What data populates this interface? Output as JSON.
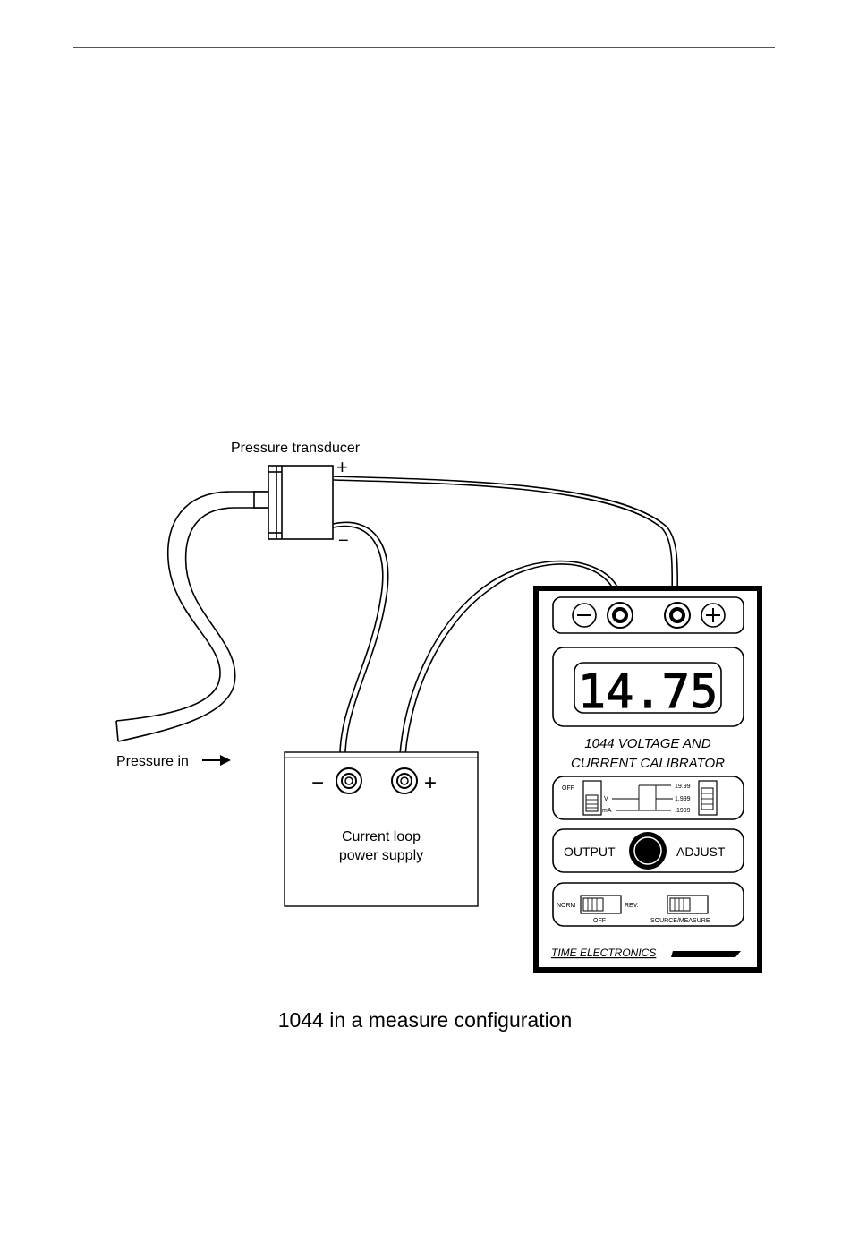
{
  "caption": "1044 in a measure configuration",
  "transducer": {
    "label": "Pressure transducer",
    "plus": "+",
    "minus": "−"
  },
  "pressure_in": {
    "label": "Pressure in",
    "arrow": "→"
  },
  "power_supply": {
    "line1": "Current loop",
    "line2": "power supply",
    "minus": "−",
    "plus": "+"
  },
  "calibrator": {
    "display_value": "14.75",
    "title_line1": "1044 VOLTAGE AND",
    "title_line2": "CURRENT CALIBRATOR",
    "terminal_minus": "−",
    "terminal_plus": "+",
    "switch_off": "OFF",
    "switch_v": "V",
    "switch_ma": "mA",
    "range_1": "19.99",
    "range_2": "1.999",
    "range_3": ".1999",
    "output_label": "OUTPUT",
    "adjust_label": "ADJUST",
    "norm_label": "NORM",
    "rev_label": "REV.",
    "off_label": "OFF",
    "source_measure_label": "SOURCE/MEASURE",
    "brand": "TIME ELECTRONICS"
  }
}
